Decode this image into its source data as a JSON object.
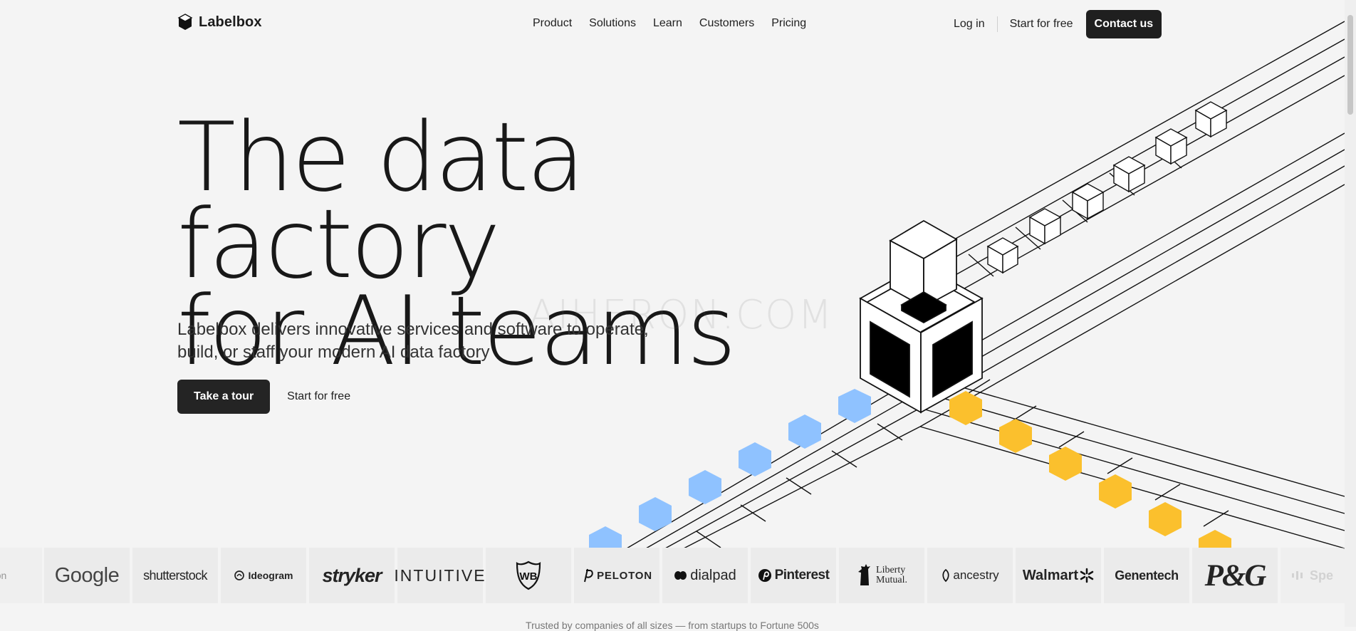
{
  "header": {
    "brand": "Labelbox",
    "nav": [
      "Product",
      "Solutions",
      "Learn",
      "Customers",
      "Pricing"
    ],
    "login": "Log in",
    "start_free": "Start for free",
    "contact": "Contact us"
  },
  "hero": {
    "title_line_1": "The data factory",
    "title_line_2": "for AI teams",
    "subtitle_line_1": "Labelbox delivers innovative services and software to operate,",
    "subtitle_line_2": "build, or staff your modern AI data factory",
    "primary_cta": "Take a tour",
    "secondary_cta": "Start for free",
    "watermark": "AIHERON.COM"
  },
  "logos": {
    "partial_left": "ion",
    "google": "Google",
    "shutterstock": "shutterstock",
    "ideogram": "Ideogram",
    "stryker": "stryker",
    "intuitive": "INTUITIVE",
    "wb": "WB",
    "peloton": "PELOTON",
    "dialpad": "dialpad",
    "pinterest": "Pinterest",
    "liberty_line_1": "Liberty",
    "liberty_line_2": "Mutual.",
    "ancestry": "ancestry",
    "walmart": "Walmart",
    "genentech": "Genentech",
    "pg": "P&G",
    "partial_right": "Spe"
  },
  "footer": {
    "trusted_caption": "Trusted by companies of all sizes — from startups to Fortune 500s"
  },
  "icons": {
    "brand": "labelbox-cube-icon",
    "factory": "factory-illustration",
    "scroll": "scrollbar-thumb"
  },
  "colors": {
    "background": "#f4f4f4",
    "dark": "#1f1f1f",
    "blue_hex": "#8fc2ff",
    "yellow_hex": "#fbc02d"
  }
}
